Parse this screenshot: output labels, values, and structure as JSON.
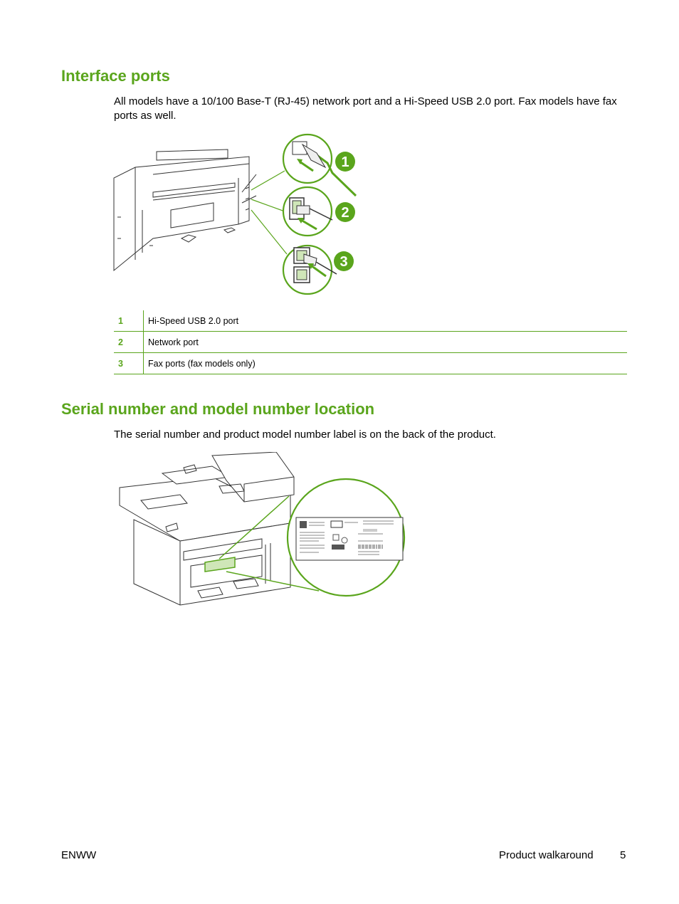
{
  "section1": {
    "heading": "Interface ports",
    "body": "All models have a 10/100 Base-T (RJ-45) network port and a Hi-Speed USB 2.0 port. Fax models have fax ports as well.",
    "callouts": [
      "1",
      "2",
      "3"
    ],
    "legend": [
      {
        "num": "1",
        "label": "Hi-Speed USB 2.0 port"
      },
      {
        "num": "2",
        "label": "Network port"
      },
      {
        "num": "3",
        "label": "Fax ports (fax models only)"
      }
    ]
  },
  "section2": {
    "heading": "Serial number and model number location",
    "body": "The serial number and product model number label is on the back of the product."
  },
  "footer": {
    "left": "ENWW",
    "section": "Product walkaround",
    "page": "5"
  },
  "colors": {
    "accent": "#5aa51c",
    "heading": "#5aa51c"
  }
}
